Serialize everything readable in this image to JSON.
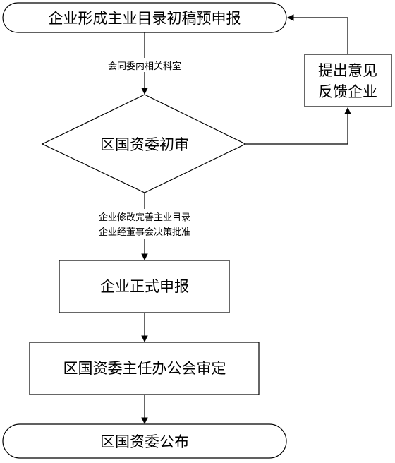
{
  "nodes": {
    "start": "企业形成主业目录初稿预申报",
    "feedback_line1": "提出意见",
    "feedback_line2": "反馈企业",
    "review": "区国资委初审",
    "formal": "企业正式申报",
    "office": "区国资委主任办公会审定",
    "publish": "区国资委公布"
  },
  "edge_labels": {
    "consult": "会同委内相关科室",
    "revise_line1": "企业修改完善主业目录",
    "revise_line2": "企业经董事会决策批准"
  }
}
